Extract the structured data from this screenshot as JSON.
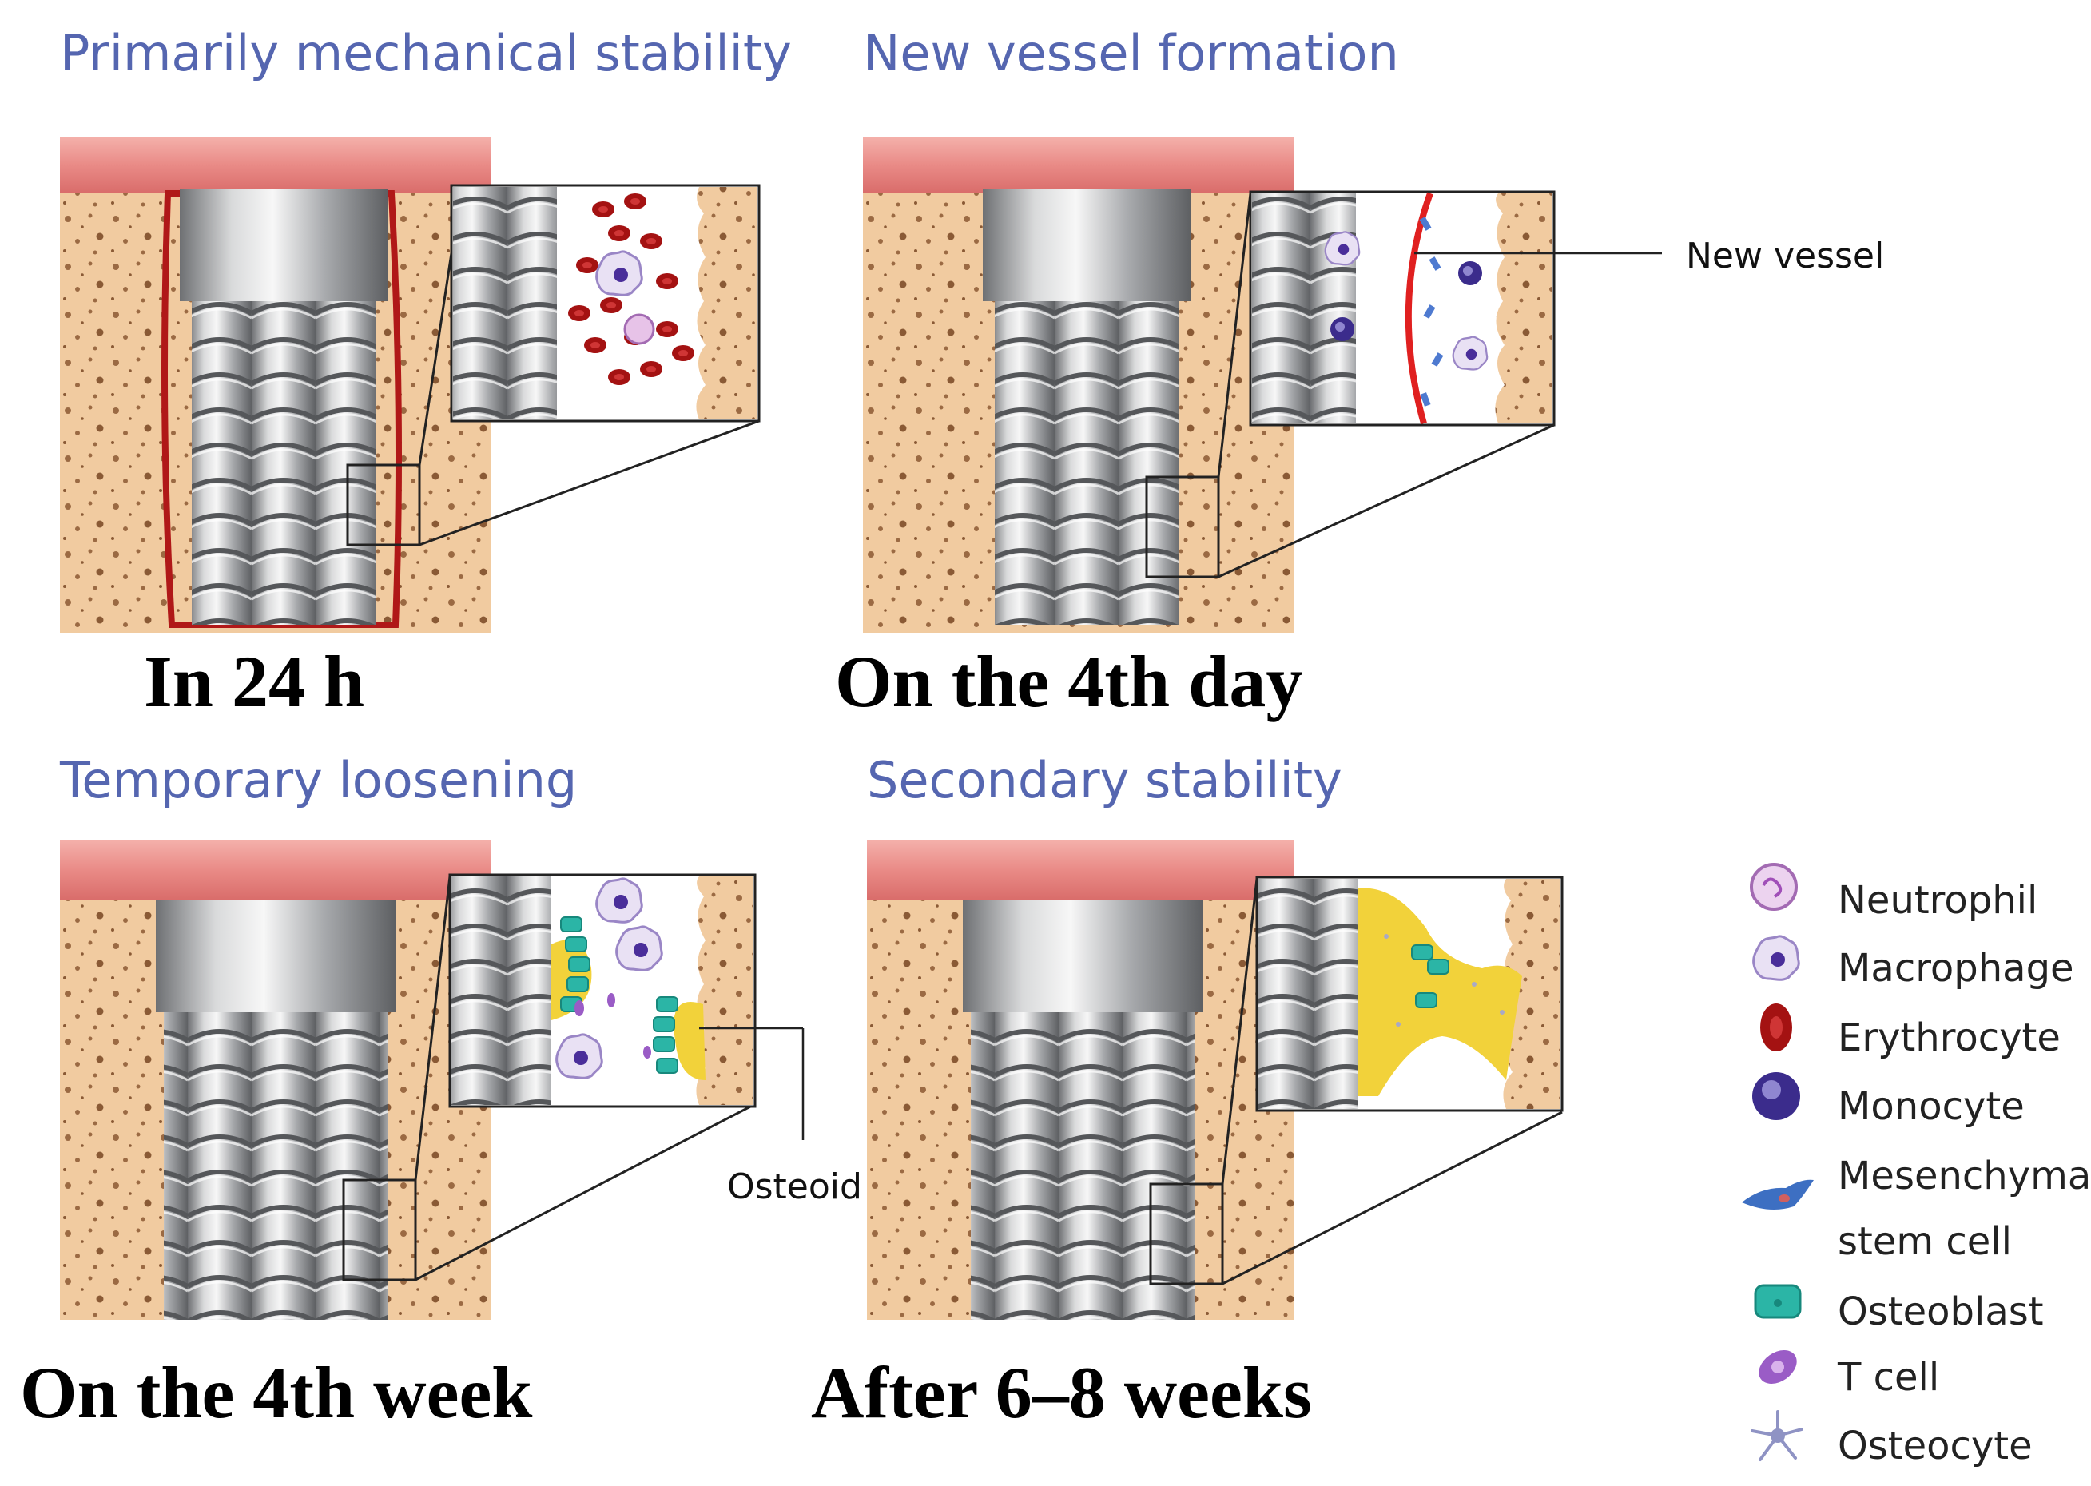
{
  "panels": [
    {
      "title": "Primarily mechanical stability",
      "time": "In 24 h"
    },
    {
      "title": "New vessel formation",
      "time": "On the 4th day"
    },
    {
      "title": "Temporary loosening",
      "time": "On the 4th week"
    },
    {
      "title": "Secondary stability",
      "time": "After 6–8 weeks"
    }
  ],
  "callouts": {
    "new_vessel": "New vessel",
    "osteoid": "Osteoid"
  },
  "legend": [
    {
      "label": "Neutrophil",
      "icon": "neutrophil-icon"
    },
    {
      "label": "Macrophage",
      "icon": "macrophage-icon"
    },
    {
      "label": "Erythrocyte",
      "icon": "erythrocyte-icon"
    },
    {
      "label": "Monocyte",
      "icon": "monocyte-icon"
    },
    {
      "label": "Mesenchymal",
      "label2": "stem cell",
      "icon": "mesenchymal-stem-cell-icon"
    },
    {
      "label": "Osteoblast",
      "icon": "osteoblast-icon"
    },
    {
      "label": "T cell",
      "icon": "t-cell-icon"
    },
    {
      "label": "Osteocyte",
      "icon": "osteocyte-icon"
    }
  ],
  "colors": {
    "title": "#5566b0",
    "gum": "#e88a8a",
    "bone": "#f0c99a",
    "bone_pore": "#8a5a35",
    "implant": "#9ea0a3",
    "blood": "#b01818",
    "vessel": "#e02020",
    "osteoid": "#f2d23a",
    "osteoblast": "#2bb5a6",
    "cell_purple": "#7a5bc4"
  }
}
